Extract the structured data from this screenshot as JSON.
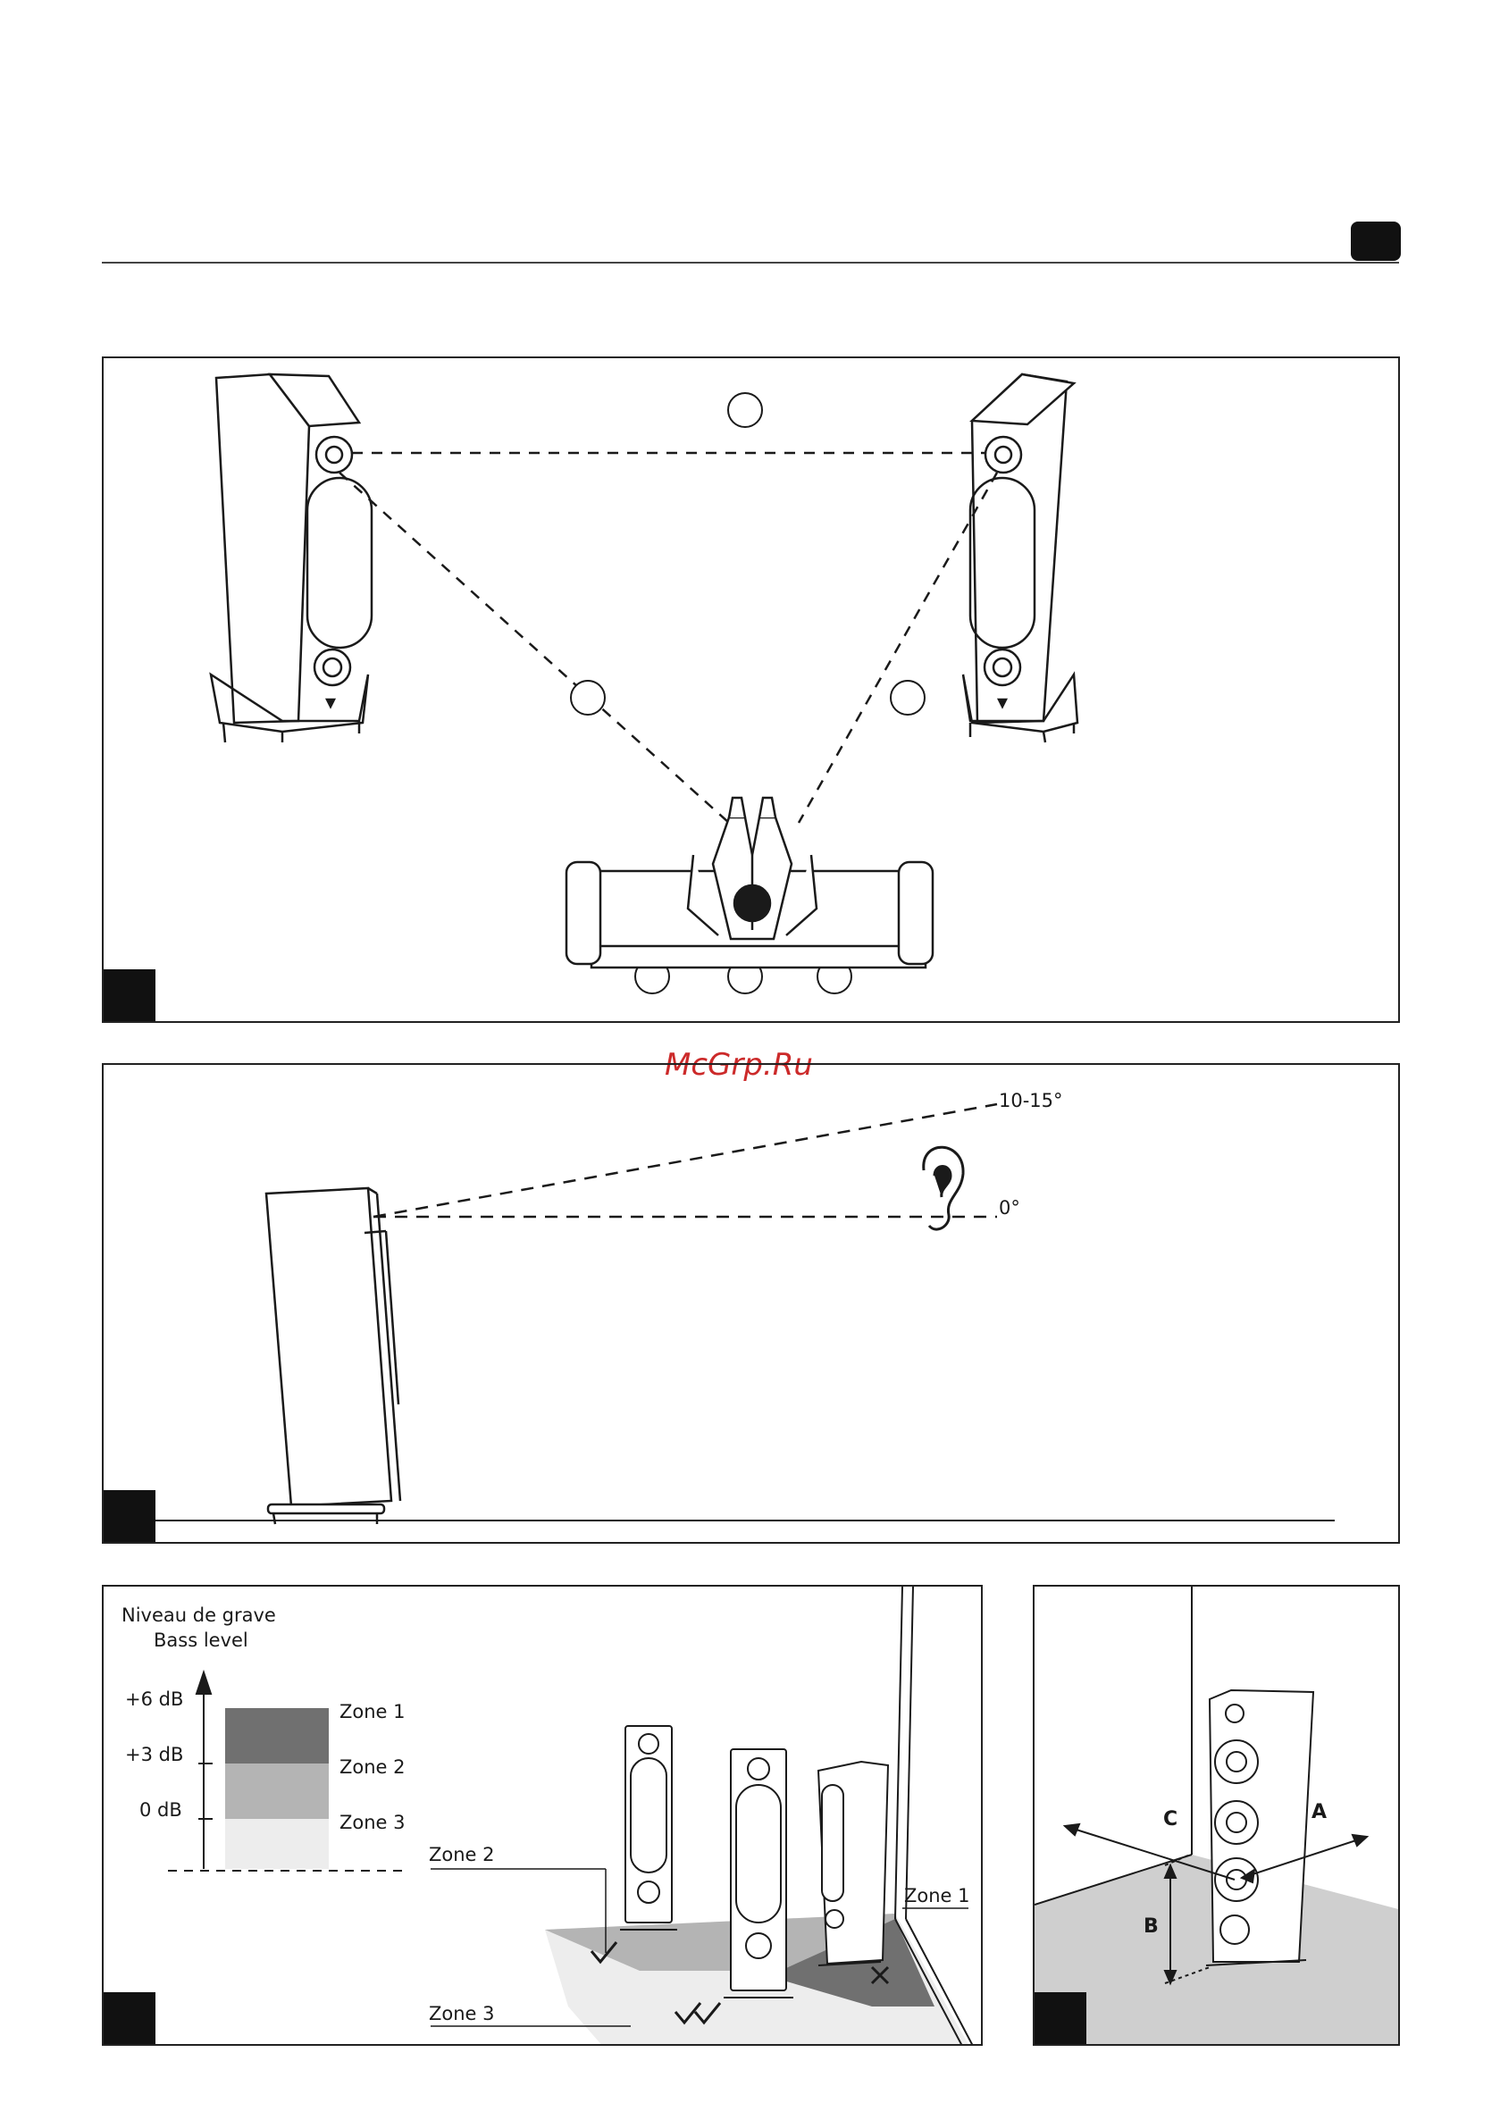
{
  "watermark": "McGrp.Ru",
  "fig_angle": {
    "label_top": "10-15°",
    "label_bottom": "0°"
  },
  "fig_bass": {
    "title_fr": "Niveau de grave",
    "title_en": "Bass level",
    "levels": [
      "+6 dB",
      "+3 dB",
      "0 dB"
    ],
    "zones": [
      "Zone 1",
      "Zone 2",
      "Zone 3"
    ],
    "zone_colors": [
      "#707070",
      "#b4b4b4",
      "#ededed"
    ],
    "callout_zone2": "Zone 2",
    "callout_zone1": "Zone 1",
    "callout_zone3": "Zone 3"
  },
  "fig_corner": {
    "label_a": "A",
    "label_b": "B",
    "label_c": "C"
  }
}
